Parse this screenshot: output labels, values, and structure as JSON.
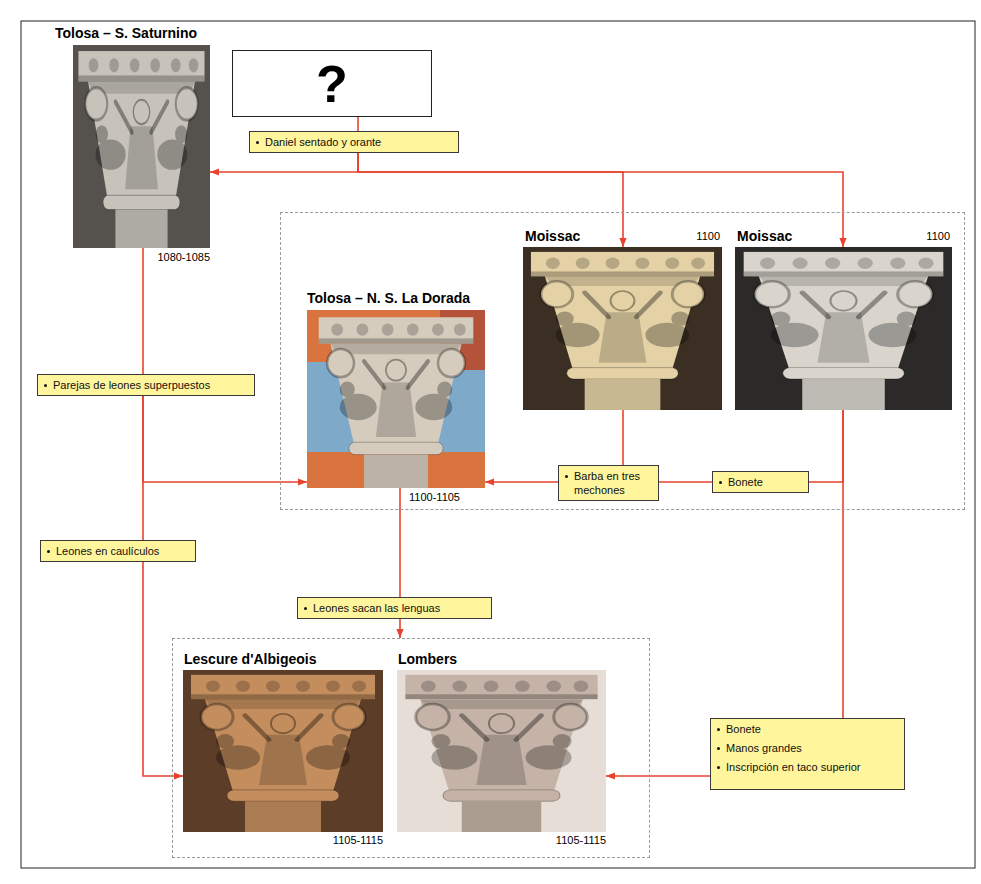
{
  "diagram": {
    "nodes": [
      {
        "text": [
          "?"
        ]
      },
      {
        "text": [
          "Daniel sentado y orante"
        ]
      },
      {
        "text": [
          "Tolosa – S. Saturnino",
          "1080-1085"
        ]
      },
      {
        "text": []
      },
      {
        "text": [
          "Moissac",
          "1100"
        ],
        "in": 3
      },
      {
        "text": [
          "Moissac",
          "1100"
        ],
        "in": 3
      },
      {
        "text": [
          "Parejas de leones superpuestos"
        ]
      },
      {
        "text": [
          "Tolosa – N. S. La Dorada",
          "1100-1105"
        ],
        "in": 3
      },
      {
        "text": [
          "Barba en tres mechones"
        ],
        "in": 3
      },
      {
        "text": [
          "Bonete"
        ],
        "in": 3
      },
      {
        "text": [
          "Leones en caulículos"
        ]
      },
      {
        "text": [
          "Leones sacan las lenguas"
        ]
      },
      {
        "text": []
      },
      {
        "text": [
          "Lescure d'Albigeois",
          "1105-1115"
        ],
        "in": 12
      },
      {
        "text": [
          "Lombers",
          "1105-1115"
        ],
        "in": 12
      },
      {
        "text": [
          "Bonete",
          "Manos grandes",
          "Inscripción en taco superior"
        ]
      }
    ],
    "edges": [
      {
        "from": 0,
        "to": 1,
        "arrow": "none"
      },
      {
        "from": 1,
        "to": 2,
        "arrow": "to"
      },
      {
        "from": 1,
        "to": 4,
        "arrow": "to"
      },
      {
        "from": 1,
        "to": 5,
        "arrow": "to"
      },
      {
        "from": 2,
        "to": 6,
        "arrow": "none"
      },
      {
        "from": 6,
        "to": 7,
        "arrow": "to"
      },
      {
        "from": 6,
        "to": 10,
        "arrow": "none"
      },
      {
        "from": 10,
        "to": 13,
        "arrow": "to"
      },
      {
        "from": 4,
        "to": 8,
        "arrow": "none"
      },
      {
        "from": 8,
        "to": 7,
        "arrow": "to"
      },
      {
        "from": 5,
        "to": 9,
        "arrow": "none"
      },
      {
        "from": 9,
        "to": 8,
        "arrow": "none"
      },
      {
        "from": 5,
        "to": 15,
        "arrow": "none"
      },
      {
        "from": 15,
        "to": 14,
        "arrow": "to"
      },
      {
        "from": 7,
        "to": 11,
        "arrow": "none"
      },
      {
        "from": 11,
        "to": 12,
        "arrow": "to"
      }
    ]
  }
}
